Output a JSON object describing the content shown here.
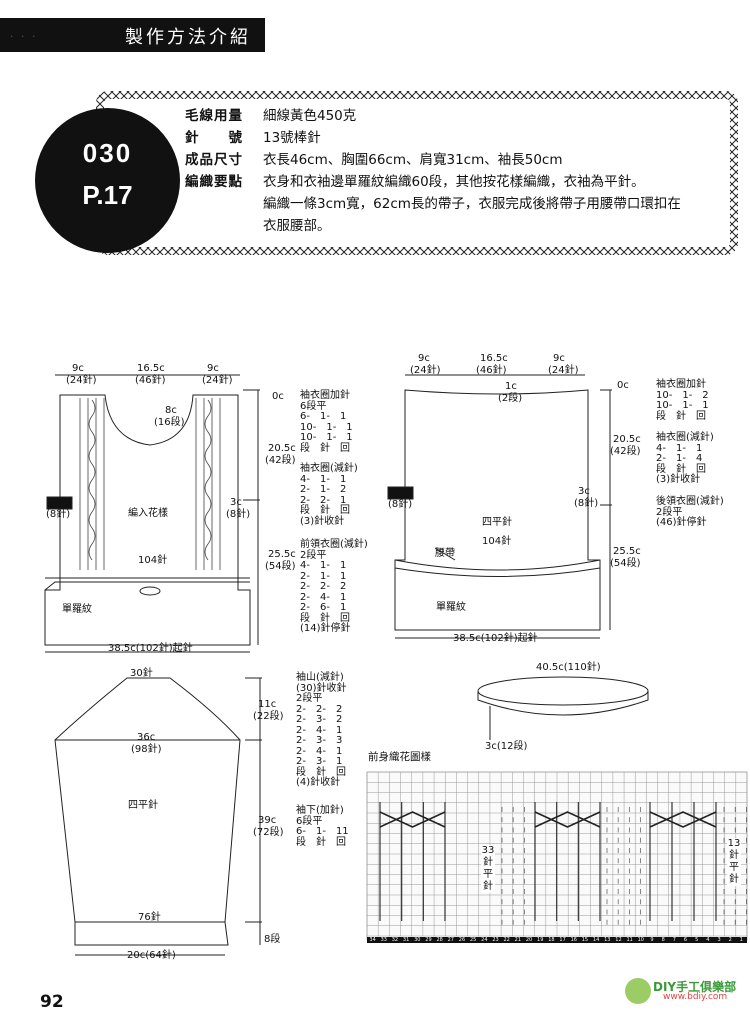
{
  "header": {
    "title": "製作方法介紹",
    "left_mark": "· · ·"
  },
  "badge": {
    "number": "030",
    "page_ref": "P.17"
  },
  "specs": [
    {
      "key": "毛線用量",
      "value": "細線黃色450克"
    },
    {
      "key": "針　　號",
      "value": "13號棒針"
    },
    {
      "key": "成品尺寸",
      "value": "衣長46cm、胸圍66cm、肩寬31cm、袖長50cm"
    },
    {
      "key": "編織要點",
      "value": "衣身和衣袖邊單羅紋編織60段，其他按花樣編織，衣袖為平針。"
    },
    {
      "key": "",
      "value": "編織一條3cm寬，62cm長的帶子，衣服完成後將帶子用腰帶口環扣在"
    },
    {
      "key": "",
      "value": "衣服腰部。"
    }
  ],
  "front": {
    "top_w_left": "9c",
    "top_n_left": "(24針)",
    "top_w_mid": "16.5c",
    "top_n_mid": "(46針)",
    "top_w_right": "9c",
    "top_n_right": "(24針)",
    "neck_depth": "8c",
    "neck_rows": "(16段)",
    "zero": "0c",
    "upper_h": "20.5c",
    "upper_rows": "(42段)",
    "arm_left": "(8針)",
    "arm_right_c": "3c",
    "arm_right_n": "(8針)",
    "pattern": "編入花樣",
    "stitches": "104針",
    "lower_h": "25.5c",
    "lower_rows": "(54段)",
    "rib": "單羅紋",
    "bottom": "38.5c(102針)起針",
    "inst_armhole_inc": "袖衣圈加針\n6段平\n6-　1-　1\n10-　1-　1\n10-　1-　1\n段　針　回",
    "inst_armhole_dec": "袖衣圈(減針)\n4-　1-　1\n2-　1-　2\n2-　2-　1\n段　針　回\n(3)針收針",
    "inst_neck_dec": "前領衣圈(減針)\n2段平\n4-　1-　1\n2-　1-　1\n2-　2-　2\n2-　4-　1\n2-　6-　1\n段　針　回\n(14)針停針"
  },
  "back": {
    "top_w_left": "9c",
    "top_n_left": "(24針)",
    "top_w_mid": "16.5c",
    "top_n_mid": "(46針)",
    "top_w_right": "9c",
    "top_n_right": "(24針)",
    "neck_c": "1c",
    "neck_rows": "(2段)",
    "zero": "0c",
    "upper_h": "20.5c",
    "upper_rows": "(42段)",
    "arm_left": "(8針)",
    "arm_right_c": "3c",
    "arm_right_n": "(8針)",
    "body": "四平針",
    "stitches": "104針",
    "belt": "腰帶",
    "lower_h": "25.5c",
    "lower_rows": "(54段)",
    "rib": "單羅紋",
    "bottom": "38.5c(102針)起針",
    "inst_armhole_inc": "袖衣圈加針\n10-　1-　2\n10-　1-　1\n段　針　回",
    "inst_armhole_dec": "袖衣圈(減針)\n4-　1-　1\n2-　1-　4\n段　針　回\n(3)針收針",
    "inst_neck_dec": "後領衣圈(減針)\n2段平\n(46)針停針"
  },
  "belt_ring": {
    "circ": "40.5c(110針)",
    "h": "3c(12段)"
  },
  "sleeve": {
    "top": "30針",
    "cap_h": "11c",
    "cap_rows": "(22段)",
    "width": "36c",
    "width_n": "(98針)",
    "body": "四平針",
    "len": "39c",
    "len_rows": "(72段)",
    "bottom_n": "76針",
    "cuff_rows": "8段",
    "bottom": "20c(64針)",
    "inst_cap": "袖山(減針)\n(30)針收針\n2段平\n2-　2-　2\n2-　3-　2\n2-　4-　1\n2-　3-　3\n2-　4-　1\n2-　3-　1\n段　針　回\n(4)針收針",
    "inst_under": "袖下(加針)\n6段平\n6-　1-　11\n段　針　回"
  },
  "chart": {
    "title": "前身織花圖樣",
    "mid_label": [
      "33",
      "針",
      "平",
      "針"
    ],
    "right_label": [
      "13",
      "針",
      "平",
      "針"
    ],
    "axis": [
      "34",
      "33",
      "32",
      "31",
      "30",
      "29",
      "28",
      "27",
      "26",
      "25",
      "24",
      "23",
      "22",
      "21",
      "20",
      "19",
      "18",
      "17",
      "16",
      "15",
      "14",
      "13",
      "12",
      "11",
      "10",
      "9",
      "8",
      "7",
      "6",
      "5",
      "4",
      "3",
      "2",
      "1"
    ]
  },
  "page_number": "92",
  "logo": {
    "line1": "DIY手工俱樂部",
    "line2": "www.bdiy.com"
  }
}
